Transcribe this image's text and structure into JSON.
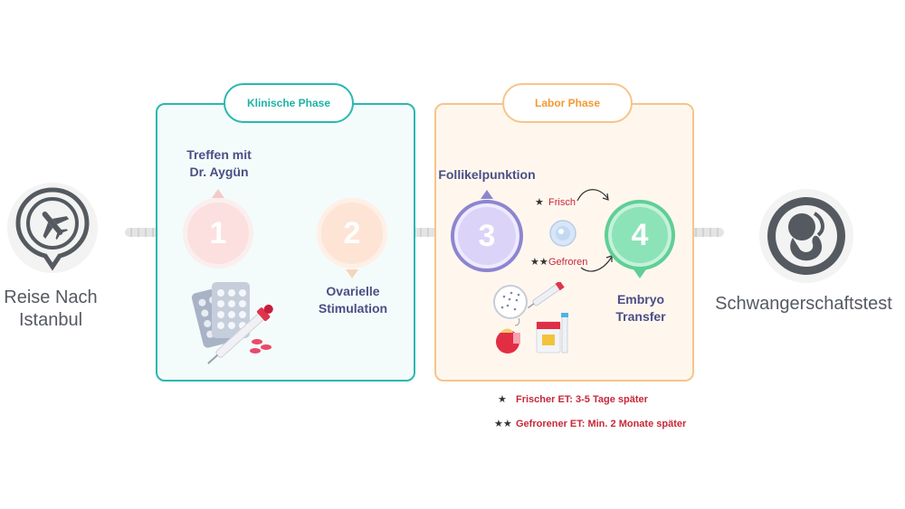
{
  "start": {
    "label_line1": "Reise Nach",
    "label_line2": "Istanbul",
    "icon": "airplane-pin-icon"
  },
  "end": {
    "label": "Schwangerschaftstest",
    "icon": "fetus-icon"
  },
  "clinical_phase": {
    "title": "Klinische Phase",
    "color": "#2ab8b0",
    "steps": [
      {
        "number": "1",
        "label_line1": "Treffen mit",
        "label_line2": "Dr. Aygün",
        "color": "#fce0e0"
      },
      {
        "number": "2",
        "label_line1": "Ovarielle",
        "label_line2": "Stimulation",
        "color": "#fde4d4"
      }
    ],
    "illustration": "pills-and-syringe-icon"
  },
  "lab_phase": {
    "title": "Labor Phase",
    "color": "#f7c48b",
    "steps": [
      {
        "number": "3",
        "label": "Follikelpunktion",
        "color": "#dcd3f8"
      },
      {
        "number": "4",
        "label_line1": "Embryo",
        "label_line2": "Transfer",
        "color": "#8de3b8"
      }
    ],
    "branches": {
      "fresh": "Frisch",
      "frozen": "Gefroren"
    },
    "illustration": "lab-equipment-icon"
  },
  "notes": {
    "fresh": "Frischer ET: 3-5 Tage später",
    "frozen": "Gefrorener ET: Min. 2 Monate später"
  }
}
